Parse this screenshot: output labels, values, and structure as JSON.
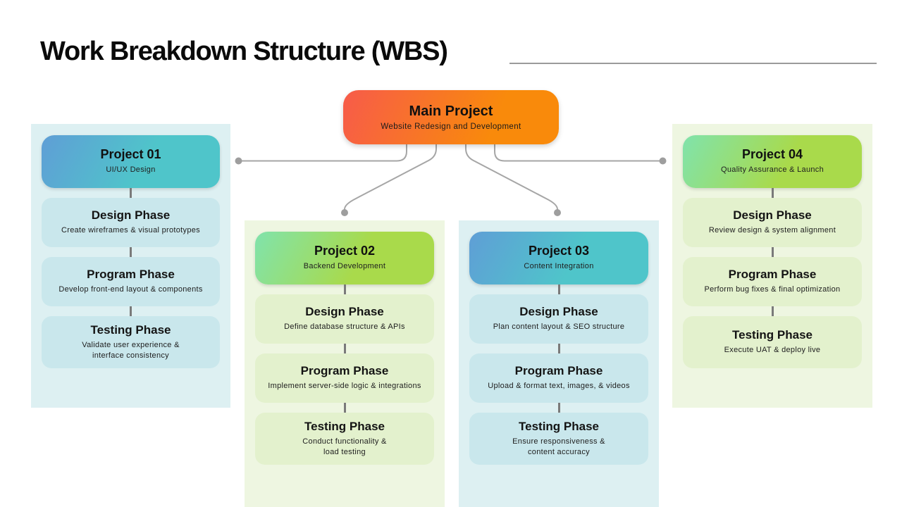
{
  "page": {
    "title": "Work Breakdown Structure (WBS)"
  },
  "main_project": {
    "title": "Main Project",
    "subtitle": "Website Redesign and Development"
  },
  "projects": [
    {
      "title": "Project 01",
      "subtitle": "UI/UX Design",
      "theme": "cyan",
      "phases": [
        {
          "title": "Design Phase",
          "desc": "Create wireframes & visual prototypes"
        },
        {
          "title": "Program Phase",
          "desc": "Develop front-end layout & components"
        },
        {
          "title": "Testing Phase",
          "desc": "Validate user experience &\ninterface consistency"
        }
      ]
    },
    {
      "title": "Project 02",
      "subtitle": "Backend Development",
      "theme": "green",
      "phases": [
        {
          "title": "Design Phase",
          "desc": "Define database structure & APIs"
        },
        {
          "title": "Program Phase",
          "desc": "Implement server-side logic & integrations"
        },
        {
          "title": "Testing Phase",
          "desc": "Conduct functionality &\nload testing"
        }
      ]
    },
    {
      "title": "Project 03",
      "subtitle": "Content Integration",
      "theme": "cyan",
      "phases": [
        {
          "title": "Design Phase",
          "desc": "Plan content layout & SEO structure"
        },
        {
          "title": "Program Phase",
          "desc": "Upload & format text, images, & videos"
        },
        {
          "title": "Testing Phase",
          "desc": "Ensure responsiveness &\ncontent accuracy"
        }
      ]
    },
    {
      "title": "Project 04",
      "subtitle": "Quality Assurance & Launch",
      "theme": "green",
      "phases": [
        {
          "title": "Design Phase",
          "desc": "Review design & system alignment"
        },
        {
          "title": "Program Phase",
          "desc": "Perform bug fixes & final optimization"
        },
        {
          "title": "Testing Phase",
          "desc": "Execute UAT & deploy live"
        }
      ]
    }
  ],
  "colors": {
    "main_grad_a": "#f75b4a",
    "main_grad_b": "#f98a0b",
    "teal_grad_a": "#5f9ed6",
    "teal_grad_b": "#4fc5ca",
    "green_grad_a": "#80e3ac",
    "green_grad_b": "#a9da4b",
    "cyan_panel": "#ddf0f2",
    "cyan_card": "#c9e7ec",
    "green_panel": "#eef6e1",
    "green_card": "#e3f1cd",
    "connector": "#a6a6a6",
    "dot": "#9e9e9e",
    "dash": "#7a7a7a",
    "rule": "#9b9b9b"
  }
}
